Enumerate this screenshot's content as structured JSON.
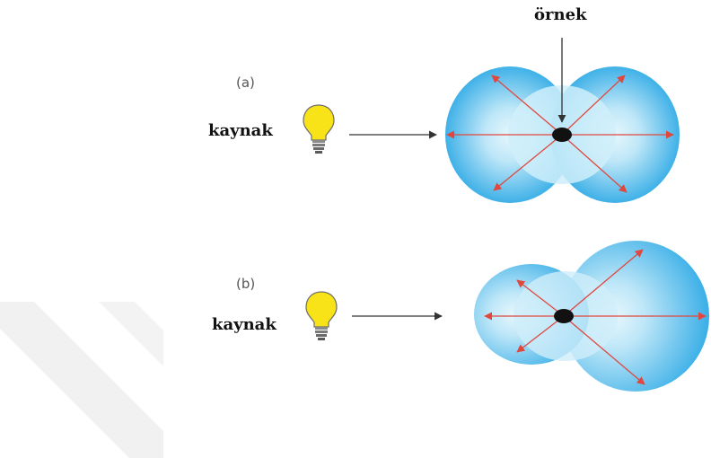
{
  "labels": {
    "sample": "örnek",
    "panel_a": "(a)",
    "panel_b": "(b)",
    "source_a": "kaynak",
    "source_b": "kaynak"
  },
  "colors": {
    "cloud_outer": "#29a9e6",
    "cloud_inner": "#d8f1fb",
    "arrow_red": "#e0483f",
    "arrow_black": "#333333",
    "bulb_yellow": "#f7e318",
    "bulb_base": "#7f8080",
    "watermark": "#f1f1f1"
  },
  "icons": {
    "bulb": "light-bulb-icon",
    "particle": "particle-dot-icon"
  }
}
